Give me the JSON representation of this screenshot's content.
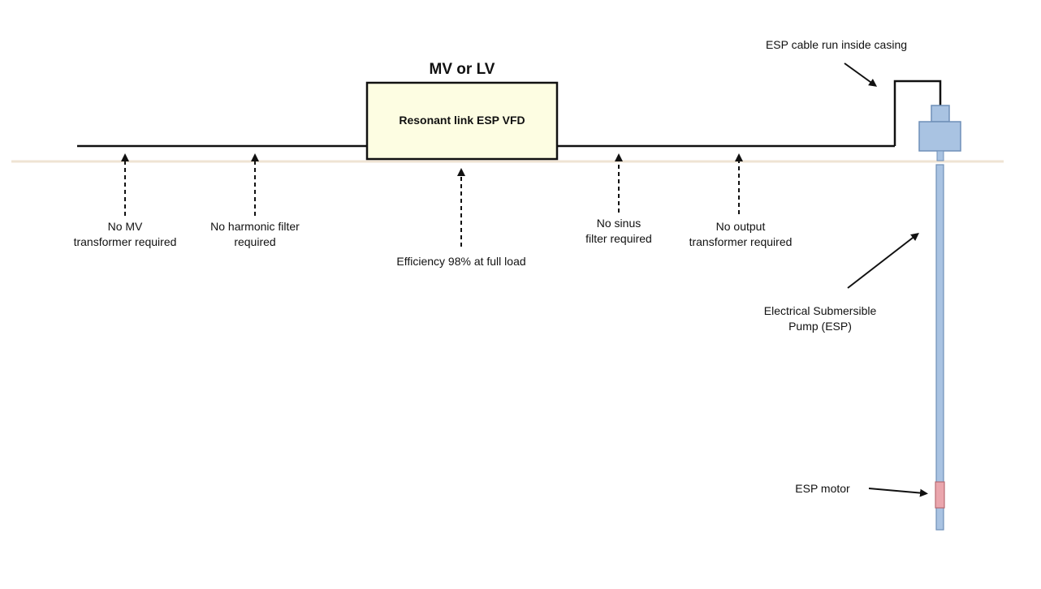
{
  "vfd": {
    "voltage_label": "MV or LV",
    "title": "Resonant link ESP VFD"
  },
  "labels": {
    "no_mv_transformer": [
      "No MV",
      "transformer required"
    ],
    "no_harmonic_filter": [
      "No harmonic filter",
      "required"
    ],
    "efficiency": "Efficiency 98% at full load",
    "no_sinus_filter": [
      "No sinus",
      "filter required"
    ],
    "no_output_transformer": [
      "No output",
      "transformer required"
    ],
    "esp_cable": "ESP cable run inside casing",
    "esp_pump": [
      "Electrical Submersible",
      "Pump (ESP)"
    ],
    "esp_motor": "ESP motor"
  },
  "colors": {
    "line": "#111111",
    "ground": "#efe3d3",
    "box_fill": "#fdfde2",
    "well_fill": "#a9c3e2",
    "well_stroke": "#6f8fb8",
    "motor_fill": "#eaa6ad",
    "motor_stroke": "#b76b73"
  }
}
